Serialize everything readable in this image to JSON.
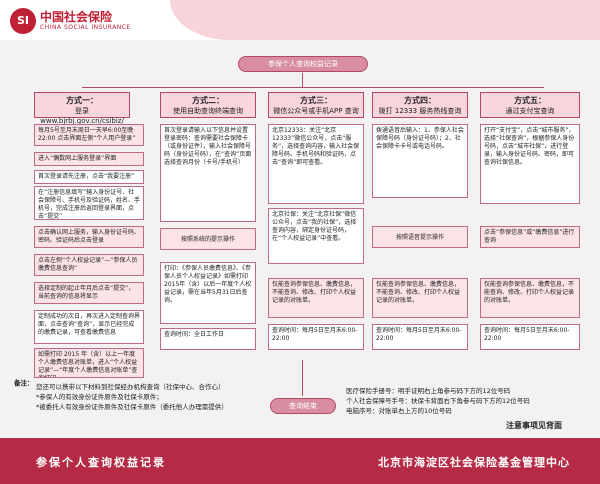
{
  "logo": {
    "glyph": "SI",
    "title": "中国社会保险",
    "subtitle": "CHINA SOCIAL INSURANCE"
  },
  "title": "参保个人查询权益记录",
  "methods": [
    {
      "name": "方式一：",
      "desc": "登录 www.bjrbj.gov.cn/csibiz/"
    },
    {
      "name": "方式二：",
      "desc": "使用自助查询终端查询"
    },
    {
      "name": "方式三：",
      "desc": "微信公众号或手机APP 查询"
    },
    {
      "name": "方式四：",
      "desc": "拨打 12333 服务热线查询"
    },
    {
      "name": "方式五：",
      "desc": "通过支付宝查询"
    }
  ],
  "col1": [
    "每月5号至月末周日一天早6:00至晚22:00 点击界面左侧“个人用户登录”",
    "进入“偶数网上服务登录”界面",
    "首次登录请先注册，点击“我要注册”",
    "在“注册信息填写”输入身份证号、社会保障号、手机号及验证码，姓名、手机号，完成注册后返回登录界面，点击“提交”",
    "点击确认网上服务，输入身份证号码、密码、验证码后点击登录",
    "点击左侧“个人权益记录”—“参保人员缴费信息查询”",
    "选择定制的起止年月后点击“提交”，当前查询的信息将显示",
    "定制成功的次日，再次进入定制查询界面，点击查询“查询”，显示已经完成的缴费记录，可查看缴费信息",
    "如需打印 2015 年（含）以上一年度个人缴费信息对账单，进入“个人权益记录”—“年度个人缴费信息对账单”查询打印。"
  ],
  "col2": [
    "首次登录请输入以下信息并设置登录密码：查询需要社会保障卡（或身份证件），输入社会保障号码（身份证号码），在“查询”页面选择查询月份（卡号/手机号）",
    "按照系统的提示操作",
    "打印：《参保人员缴费信息》、《参保人员个人权益记录》如需打印2015年（含）以后一年度个人权益记录，需在当年5月31日后查询。",
    "查询时间：全日工作日"
  ],
  "col3": [
    "北京12333：关注“北京 12333”微信公众号，点击“服务”，选择查询内容，输入社会保障号码、手机号码和验证码，点击“查询”即可查看。",
    "北京社保：关注“北京社保”微信公众号，点击“我的社保”，选择查询内容，绑定身份证号码，在“个人权益记录”中查看。",
    "仅能查询参保信息、缴费信息，不能查询、修改、打印个人权益记录的对账单。",
    "查询时间：每月5日至月末6:00-22:00"
  ],
  "col4": [
    "拨通语音后输入：1、参保人社会保障号码（身份证号码）；2、社会保障卡卡号或电话号码。",
    "按照语音提示操作",
    "仅能查询参保信息、缴费信息，不能查询、修改、打印个人权益记录的对账单。",
    "查询时间：每月5日至月末6:00-22:00"
  ],
  "col5": [
    "打开“支付宝”，点击“城市服务”，选择“社保查询”，根据参保人身份号码，点击“城市社保”，进行登录，输入身份证号码、密码，即可查询社保信息。",
    "点击“参保信息”或“缴费信息”进行查询",
    "仅能查询参保信息、缴费信息，不能查询、修改、打印个人权益记录的对账单。",
    "查询时间：每月5日至月末6:00-22:00"
  ],
  "end": "查询结束",
  "notes_label": "备注：",
  "notes": [
    "您还可以携带以下材料到社保经办机构查询（社保中心、合作心）",
    "*参保人的有效身份证件原件及社保卡原件；",
    "*被委托人有效身份证件原件及社保卡原件（委托他人办理需提供）"
  ],
  "notes2": [
    "医疗保险手册号：明手证明右上角参与码下方的12位号码",
    "个人社会保障号手号：扶保卡背面右下角参与码下方的12位号码",
    "电脑序号：对账单右上方的10位号码"
  ],
  "back_note": "注意事项见背面",
  "footer_left": "参保个人查询权益记录",
  "footer_right": "北京市海淀区社会保险基金管理中心"
}
